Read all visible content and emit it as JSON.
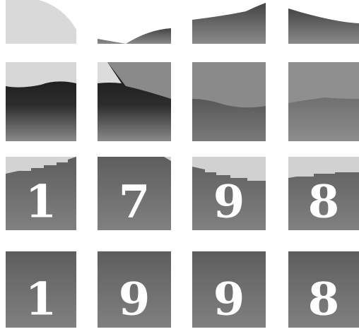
{
  "tiles": {
    "row_1998_top": [
      "1",
      "7",
      "9",
      "8"
    ],
    "row_1998_bottom": [
      "1",
      "9",
      "9",
      "8"
    ]
  },
  "colors": {
    "tile_light": "#d8d8d8",
    "tile_mid": "#7a7a7a",
    "tile_dark": "#2a2a2a",
    "digit": "#ffffff"
  }
}
